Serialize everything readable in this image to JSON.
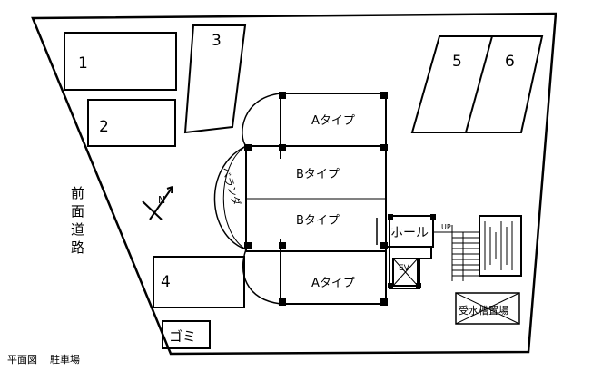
{
  "parking_spaces": [
    "1",
    "2",
    "3",
    "4",
    "5",
    "6"
  ],
  "rooms": {
    "a_top": "Aタイプ",
    "b_upper": "Bタイプ",
    "b_lower": "Bタイプ",
    "a_bottom": "Aタイプ",
    "hall": "ホール",
    "ev": "EV",
    "up": "UP",
    "veranda": "ベランダ",
    "water_tank": "受水槽置場",
    "garbage": "ゴミ"
  },
  "road": [
    "前",
    "面",
    "道",
    "路"
  ],
  "north_mark": "N",
  "caption": {
    "plan": "平面図",
    "parking": "駐車場"
  }
}
